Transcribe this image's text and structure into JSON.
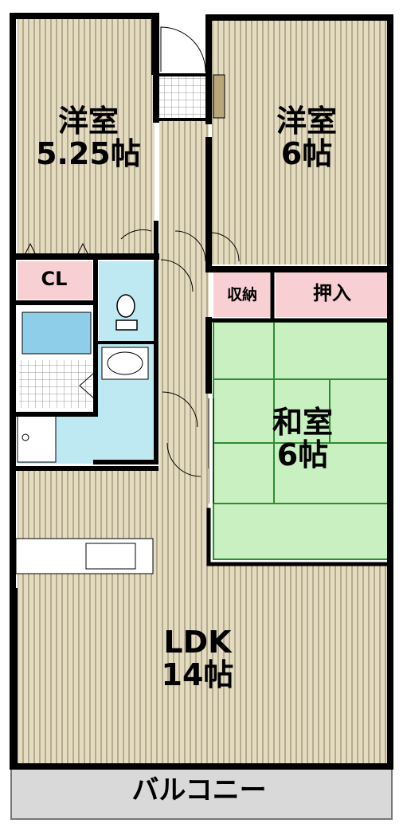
{
  "rooms": {
    "western_left": {
      "name": "洋室",
      "size": "5.25帖"
    },
    "western_right": {
      "name": "洋室",
      "size": "6帖"
    },
    "closet": {
      "label": "CL"
    },
    "storage": {
      "label": "収納"
    },
    "oshiire": {
      "label": "押入"
    },
    "japanese": {
      "name": "和室",
      "size": "6帖"
    },
    "ldk": {
      "name": "LDK",
      "size": "14帖"
    },
    "balcony": {
      "label": "バルコニー"
    }
  },
  "colors": {
    "wall": "#000000",
    "wood_floor": "#e5dcc0",
    "wood_stripe": "#b3aa92",
    "tatami": "#c9f0c1",
    "tatami_border": "#2f8c34",
    "wet_area": "#bfe9f2",
    "bath": "#8fcee8",
    "storage_pink": "#f8d0d4",
    "balcony": "#d9d9d9",
    "corridor": "#e5dcc0"
  }
}
